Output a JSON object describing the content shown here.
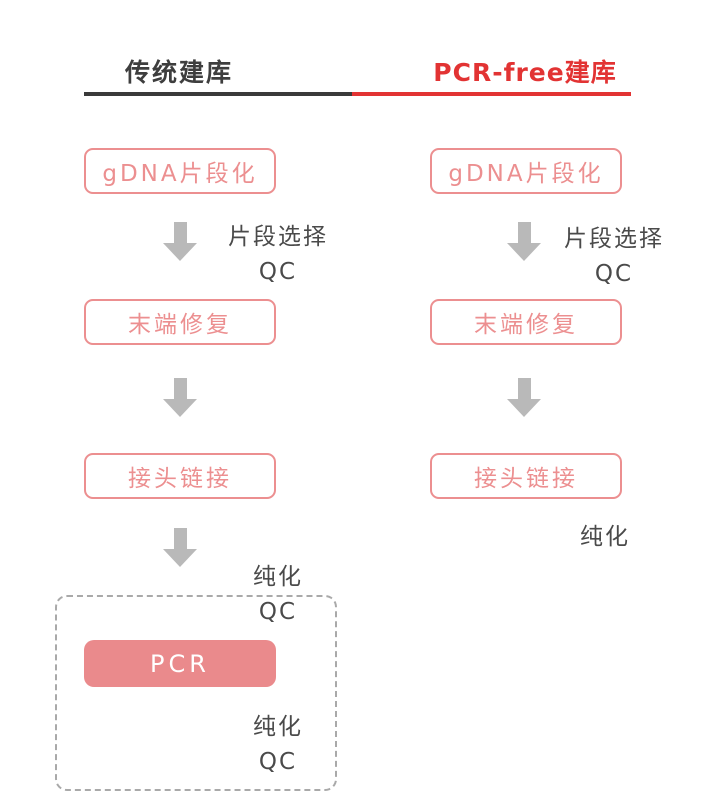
{
  "headers": {
    "left": "传统建库",
    "right": "PCR-free建库"
  },
  "left_flow": {
    "step1": "gDNA片段化",
    "note1_line1": "片段选择",
    "note1_line2": "QC",
    "step2": "末端修复",
    "step3": "接头链接",
    "note3_line1": "纯化",
    "note3_line2": "QC",
    "pcr": "PCR",
    "pcr_note_line1": "纯化",
    "pcr_note_line2": "QC"
  },
  "right_flow": {
    "step1": "gDNA片段化",
    "note1_line1": "片段选择",
    "note1_line2": "QC",
    "step2": "末端修复",
    "step3": "接头链接",
    "note3": "纯化"
  },
  "colors": {
    "pink_outline": "#ec8f90",
    "pink_fill": "#ea8a8c",
    "red_title": "#e23333",
    "dark_title": "#3a3a3a",
    "arrow_gray": "#b9b9b9",
    "note_gray": "#4a4a4a",
    "dashed_gray": "#a9a9a9"
  }
}
